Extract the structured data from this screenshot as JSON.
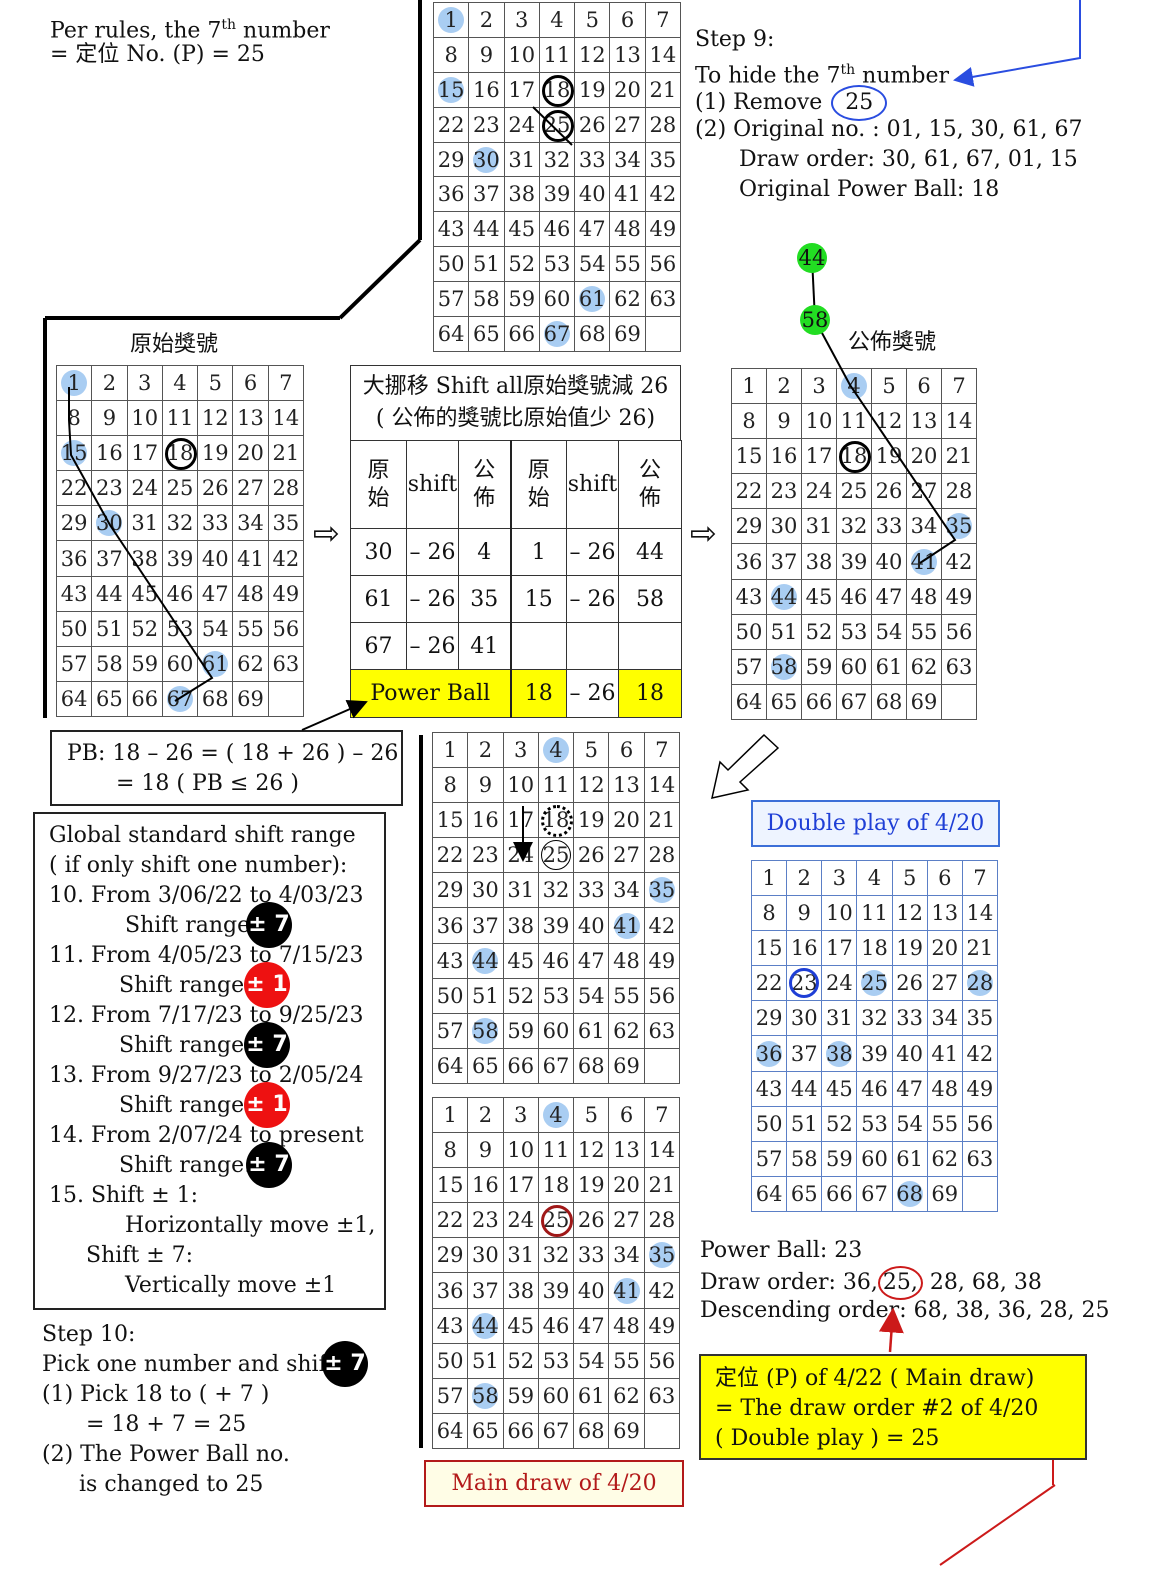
{
  "grid_numbers": [
    1,
    2,
    3,
    4,
    5,
    6,
    7,
    8,
    9,
    10,
    11,
    12,
    13,
    14,
    15,
    16,
    17,
    18,
    19,
    20,
    21,
    22,
    23,
    24,
    25,
    26,
    27,
    28,
    29,
    30,
    31,
    32,
    33,
    34,
    35,
    36,
    37,
    38,
    39,
    40,
    41,
    42,
    43,
    44,
    45,
    46,
    47,
    48,
    49,
    50,
    51,
    52,
    53,
    54,
    55,
    56,
    57,
    58,
    59,
    60,
    61,
    62,
    63,
    64,
    65,
    66,
    67,
    68,
    69
  ],
  "top_left": {
    "line1": "Per rules, the 7",
    "line1_sup": "th",
    "line1_end": " number",
    "line2": "= 定位 No. (P) = 25"
  },
  "step9": {
    "title": "Step 9:",
    "line1": "To hide the 7",
    "line1_sup": "th",
    "line1_end": " number",
    "line2_prefix": "(1)  Remove",
    "line2_circled": "25",
    "line3": "(2) Original no. :  01, 15, 30, 61, 67",
    "line4": "Draw order:  30, 61, 67, 01, 15",
    "line5": "Original Power Ball:  18"
  },
  "labels": {
    "original": "原始獎號",
    "published": "公佈獎號"
  },
  "green_balls": [
    "44",
    "58"
  ],
  "shift_table": {
    "header1": "大挪移 Shift all原始獎號減 26",
    "header2": "( 公佈的獎號比原始值少 26)",
    "col_orig": "原始",
    "col_shift": "shift",
    "col_pub": "公佈",
    "rows": [
      [
        "30",
        "– 26",
        "4",
        "1",
        "– 26",
        "44"
      ],
      [
        "61",
        "– 26",
        "35",
        "15",
        "– 26",
        "58"
      ],
      [
        "67",
        "– 26",
        "41",
        "",
        "",
        ""
      ]
    ],
    "pb_label": "Power Ball",
    "pb_orig": "18",
    "pb_shift": "– 26",
    "pb_pub": "18"
  },
  "arrow_glyph": "⇨",
  "pb_box": {
    "line1": "PB:  18 – 26 = ( 18 + 26 ) – 26",
    "line2": "= 18    ( PB ≤ 26 )"
  },
  "global": {
    "l1": "Global standard shift range",
    "l2": "( if only shift one number):",
    "l3": "10. From 3/06/22 to 4/03/23",
    "l4": "Shift range:",
    "l5": "11. From 4/05/23 to 7/15/23",
    "l6": "Shift range:",
    "l7": "12. From 7/17/23 to 9/25/23",
    "l8": "Shift range:",
    "l9": "13. From 9/27/23 to 2/05/24",
    "l10": "Shift range:",
    "l11": "14. From 2/07/24 to present",
    "l12": "Shift range:",
    "l13": "15. Shift ± 1:",
    "l14": "Horizontally move ±1,",
    "l15": "Shift ± 7:",
    "l16": "Vertically move ±1",
    "badge7": "± 7",
    "badge1": "± 1"
  },
  "step10": {
    "l1": "Step 10:",
    "l2": "Pick one number and shift",
    "l3": "(1) Pick 18 to ( + 7 )",
    "l4": "= 18 + 7 = 25",
    "l5": "(2) The Power Ball no.",
    "l6": "is changed to 25",
    "badge": "± 7"
  },
  "double_play_label": "Double play of 4/20",
  "main_draw_label": "Main draw of 4/20",
  "dp_info": {
    "pb": "Power Ball:  23",
    "draw_prefix": "Draw order:  36,",
    "draw_circled": "25,",
    "draw_suffix": " 28, 68, 38",
    "desc": "Descending order:  68, 38, 36, 28, 25"
  },
  "position_box": {
    "l1": "定位 (P) of 4/22 ( Main draw)",
    "l2": "= The draw order #2 of 4/20",
    "l3": "( Double play ) = 25"
  },
  "colors": {
    "highlight": "#a9cdf2",
    "yellow": "#ffff00",
    "green": "#22dd22",
    "blue": "#1f3fd6",
    "red_dark": "#a01818",
    "red_badge": "#ee1111"
  }
}
